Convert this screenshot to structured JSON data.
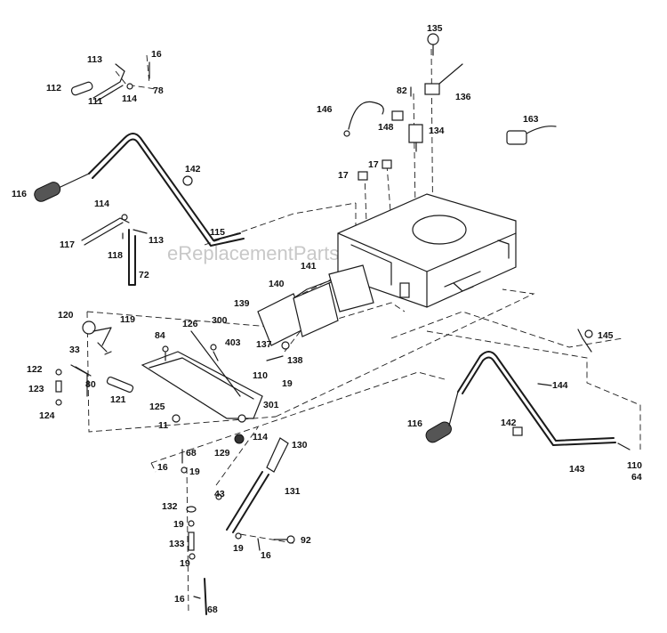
{
  "watermark": "eReplacementParts.com",
  "labels": [
    {
      "id": "113a",
      "text": "113"
    },
    {
      "id": "16a",
      "text": "16"
    },
    {
      "id": "78",
      "text": "78"
    },
    {
      "id": "112",
      "text": "112"
    },
    {
      "id": "111",
      "text": "111"
    },
    {
      "id": "114a",
      "text": "114"
    },
    {
      "id": "135",
      "text": "135"
    },
    {
      "id": "82",
      "text": "82"
    },
    {
      "id": "136",
      "text": "136"
    },
    {
      "id": "146",
      "text": "146"
    },
    {
      "id": "148",
      "text": "148"
    },
    {
      "id": "134",
      "text": "134"
    },
    {
      "id": "163",
      "text": "163"
    },
    {
      "id": "142a",
      "text": "142"
    },
    {
      "id": "17a",
      "text": "17"
    },
    {
      "id": "17b",
      "text": "17"
    },
    {
      "id": "116a",
      "text": "116"
    },
    {
      "id": "114b",
      "text": "114"
    },
    {
      "id": "117",
      "text": "117"
    },
    {
      "id": "113b",
      "text": "113"
    },
    {
      "id": "118",
      "text": "118"
    },
    {
      "id": "115",
      "text": "115"
    },
    {
      "id": "72",
      "text": "72"
    },
    {
      "id": "141",
      "text": "141"
    },
    {
      "id": "140",
      "text": "140"
    },
    {
      "id": "139",
      "text": "139"
    },
    {
      "id": "120",
      "text": "120"
    },
    {
      "id": "119",
      "text": "119"
    },
    {
      "id": "84",
      "text": "84"
    },
    {
      "id": "126",
      "text": "126"
    },
    {
      "id": "300",
      "text": "300"
    },
    {
      "id": "403",
      "text": "403"
    },
    {
      "id": "137",
      "text": "137"
    },
    {
      "id": "138",
      "text": "138"
    },
    {
      "id": "145",
      "text": "145"
    },
    {
      "id": "33",
      "text": "33"
    },
    {
      "id": "122",
      "text": "122"
    },
    {
      "id": "110a",
      "text": "110"
    },
    {
      "id": "19a",
      "text": "19"
    },
    {
      "id": "123",
      "text": "123"
    },
    {
      "id": "80",
      "text": "80"
    },
    {
      "id": "121",
      "text": "121"
    },
    {
      "id": "144",
      "text": "144"
    },
    {
      "id": "124",
      "text": "124"
    },
    {
      "id": "125",
      "text": "125"
    },
    {
      "id": "301",
      "text": "301"
    },
    {
      "id": "11",
      "text": "11"
    },
    {
      "id": "114c",
      "text": "114"
    },
    {
      "id": "116b",
      "text": "116"
    },
    {
      "id": "142b",
      "text": "142"
    },
    {
      "id": "130",
      "text": "130"
    },
    {
      "id": "129",
      "text": "129"
    },
    {
      "id": "68a",
      "text": "68"
    },
    {
      "id": "16b",
      "text": "16"
    },
    {
      "id": "19b",
      "text": "19"
    },
    {
      "id": "110b",
      "text": "110"
    },
    {
      "id": "64",
      "text": "64"
    },
    {
      "id": "143",
      "text": "143"
    },
    {
      "id": "43",
      "text": "43"
    },
    {
      "id": "131",
      "text": "131"
    },
    {
      "id": "132",
      "text": "132"
    },
    {
      "id": "19c",
      "text": "19"
    },
    {
      "id": "133",
      "text": "133"
    },
    {
      "id": "19d",
      "text": "19"
    },
    {
      "id": "19e",
      "text": "19"
    },
    {
      "id": "16c",
      "text": "16"
    },
    {
      "id": "92",
      "text": "92"
    },
    {
      "id": "16d",
      "text": "16"
    },
    {
      "id": "68b",
      "text": "68"
    }
  ]
}
